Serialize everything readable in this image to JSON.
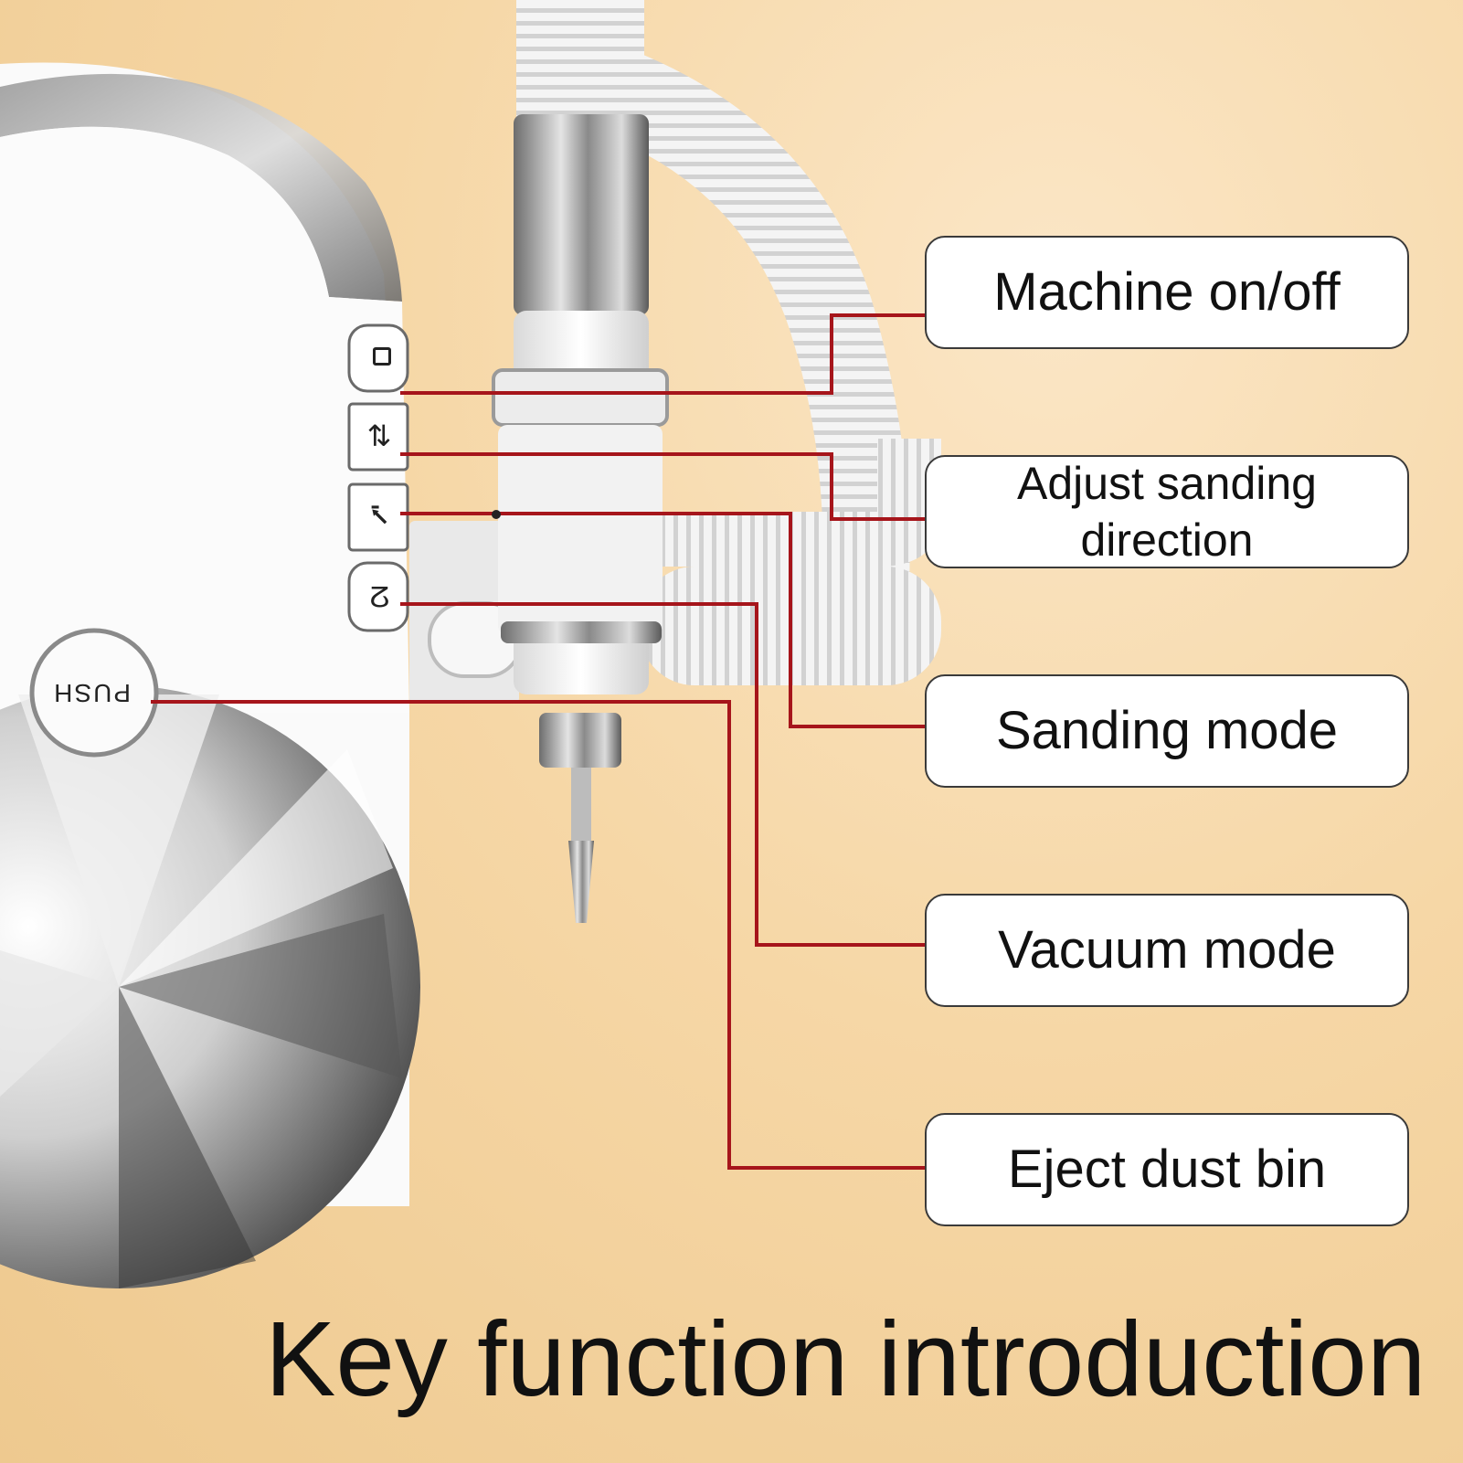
{
  "title": "Key function introduction",
  "callouts": [
    {
      "id": "power",
      "label": "Machine on/off",
      "icon": "power-square-icon"
    },
    {
      "id": "direction",
      "label": "Adjust sanding direction",
      "icon": "rotate-arrows-icon"
    },
    {
      "id": "sanding",
      "label": "Sanding mode",
      "icon": "sanding-arrow-icon"
    },
    {
      "id": "vacuum",
      "label": "Vacuum mode",
      "icon": "vacuum-fan-icon"
    },
    {
      "id": "eject",
      "label": "Eject dust bin",
      "icon": "push-button-icon"
    }
  ],
  "push_button_text": "PUSH",
  "colors": {
    "leader_line": "#a6151b",
    "box_border": "#3a3a3a",
    "background": "#f6d7a6",
    "device_body": "#fafafa"
  }
}
